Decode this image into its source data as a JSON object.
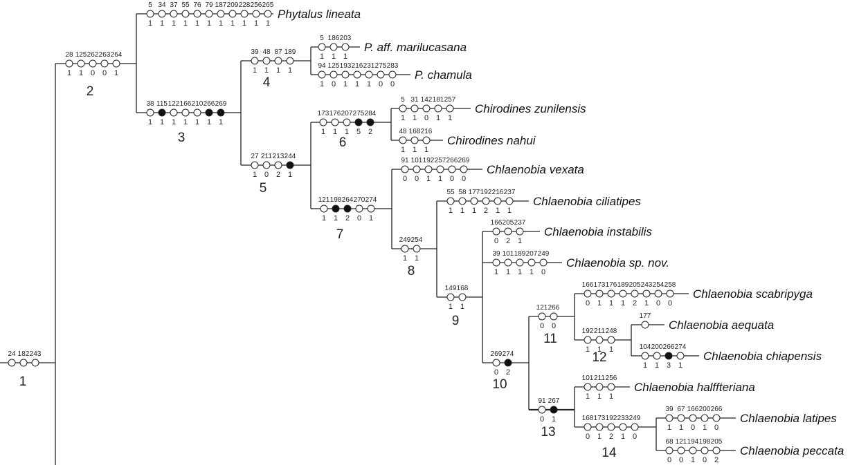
{
  "colors": {
    "line": "#222222",
    "open_marker": "#ffffff",
    "filled_marker": "#111111"
  },
  "branches": [
    {
      "id": "n1",
      "node_label": "1",
      "chars": [
        [
          "24",
          null,
          0
        ],
        [
          "182",
          null,
          0
        ],
        [
          "243",
          null,
          0
        ]
      ]
    },
    {
      "id": "n2",
      "node_label": "2",
      "chars": [
        [
          "28",
          "1",
          0
        ],
        [
          "125",
          "1",
          0
        ],
        [
          "262",
          "0",
          0
        ],
        [
          "263",
          "0",
          0
        ],
        [
          "264",
          "1",
          0
        ]
      ]
    },
    {
      "id": "t_phytalus",
      "taxon": "Phytalus lineata",
      "chars": [
        [
          "5",
          "1",
          0
        ],
        [
          "34",
          "1",
          0
        ],
        [
          "37",
          "1",
          0
        ],
        [
          "55",
          "1",
          0
        ],
        [
          "76",
          "1",
          0
        ],
        [
          "79",
          "1",
          0
        ],
        [
          "187",
          "1",
          0
        ],
        [
          "209",
          "1",
          0
        ],
        [
          "228",
          "1",
          0
        ],
        [
          "256",
          "1",
          0
        ],
        [
          "265",
          "1",
          0
        ]
      ]
    },
    {
      "id": "n3",
      "node_label": "3",
      "chars": [
        [
          "38",
          "1",
          0
        ],
        [
          "115",
          "1",
          1
        ],
        [
          "122",
          "1",
          0
        ],
        [
          "166",
          "1",
          0
        ],
        [
          "210",
          "1",
          0
        ],
        [
          "266",
          "1",
          1
        ],
        [
          "269",
          "1",
          1
        ]
      ]
    },
    {
      "id": "n4",
      "node_label": "4",
      "chars": [
        [
          "39",
          "1",
          0
        ],
        [
          "48",
          "1",
          0
        ],
        [
          "87",
          "1",
          0
        ],
        [
          "189",
          "1",
          0
        ]
      ]
    },
    {
      "id": "t_marilucasana",
      "taxon": "P. aff. marilucasana",
      "chars": [
        [
          "5",
          "1",
          0
        ],
        [
          "186",
          "1",
          0
        ],
        [
          "203",
          "1",
          0
        ]
      ]
    },
    {
      "id": "t_chamula",
      "taxon": "P. chamula",
      "chars": [
        [
          "94",
          "1",
          0
        ],
        [
          "125",
          "0",
          0
        ],
        [
          "193",
          "1",
          0
        ],
        [
          "216",
          "1",
          0
        ],
        [
          "231",
          "1",
          0
        ],
        [
          "275",
          "0",
          0
        ],
        [
          "283",
          "0",
          0
        ]
      ]
    },
    {
      "id": "n5",
      "node_label": "5",
      "chars": [
        [
          "27",
          "1",
          0
        ],
        [
          "211",
          "0",
          0
        ],
        [
          "213",
          "2",
          0
        ],
        [
          "244",
          "1",
          1
        ]
      ]
    },
    {
      "id": "n6",
      "node_label": "6",
      "chars": [
        [
          "173",
          "1",
          0
        ],
        [
          "176",
          "1",
          0
        ],
        [
          "207",
          "1",
          0
        ],
        [
          "275",
          "5",
          1
        ],
        [
          "284",
          "2",
          1
        ]
      ]
    },
    {
      "id": "t_zunilensis",
      "taxon": "Chirodines zunilensis",
      "chars": [
        [
          "5",
          "1",
          0
        ],
        [
          "31",
          "1",
          0
        ],
        [
          "142",
          "0",
          0
        ],
        [
          "181",
          "1",
          0
        ],
        [
          "257",
          "1",
          0
        ]
      ]
    },
    {
      "id": "t_nahui",
      "taxon": "Chirodines nahui",
      "chars": [
        [
          "48",
          "1",
          0
        ],
        [
          "168",
          "1",
          0
        ],
        [
          "216",
          "1",
          0
        ]
      ]
    },
    {
      "id": "n7",
      "node_label": "7",
      "chars": [
        [
          "121",
          "1",
          0
        ],
        [
          "198",
          "1",
          1
        ],
        [
          "264",
          "2",
          1
        ],
        [
          "270",
          "0",
          0
        ],
        [
          "274",
          "1",
          0
        ]
      ]
    },
    {
      "id": "t_vexata",
      "taxon": "Chlaenobia vexata",
      "chars": [
        [
          "91",
          "0",
          0
        ],
        [
          "101",
          "0",
          0
        ],
        [
          "192",
          "1",
          0
        ],
        [
          "257",
          "1",
          0
        ],
        [
          "266",
          "0",
          0
        ],
        [
          "269",
          "0",
          0
        ]
      ]
    },
    {
      "id": "n8",
      "node_label": "8",
      "chars": [
        [
          "249",
          "1",
          0
        ],
        [
          "254",
          "1",
          0
        ]
      ]
    },
    {
      "id": "t_ciliatipes",
      "taxon": "Chlaenobia ciliatipes",
      "chars": [
        [
          "55",
          "1",
          0
        ],
        [
          "58",
          "1",
          0
        ],
        [
          "177",
          "1",
          0
        ],
        [
          "192",
          "2",
          0
        ],
        [
          "216",
          "1",
          0
        ],
        [
          "237",
          "1",
          0
        ]
      ]
    },
    {
      "id": "n9",
      "node_label": "9",
      "chars": [
        [
          "149",
          "1",
          0
        ],
        [
          "168",
          "1",
          0
        ]
      ]
    },
    {
      "id": "t_instabilis",
      "taxon": "Chlaenobia instabilis",
      "chars": [
        [
          "166",
          "0",
          0
        ],
        [
          "205",
          "2",
          0
        ],
        [
          "237",
          "1",
          0
        ]
      ]
    },
    {
      "id": "t_spnov",
      "taxon": "Chlaenobia sp. nov.",
      "chars": [
        [
          "39",
          "1",
          0
        ],
        [
          "101",
          "1",
          0
        ],
        [
          "189",
          "1",
          0
        ],
        [
          "207",
          "1",
          0
        ],
        [
          "249",
          "0",
          0
        ]
      ]
    },
    {
      "id": "n10",
      "node_label": "10",
      "chars": [
        [
          "269",
          "0",
          0
        ],
        [
          "274",
          "2",
          1
        ]
      ]
    },
    {
      "id": "n11",
      "node_label": "11",
      "chars": [
        [
          "121",
          "0",
          0
        ],
        [
          "266",
          "0",
          0
        ]
      ]
    },
    {
      "id": "t_scabripyga",
      "taxon": "Chlaenobia scabripyga",
      "chars": [
        [
          "166",
          "0",
          0
        ],
        [
          "173",
          "1",
          0
        ],
        [
          "176",
          "1",
          0
        ],
        [
          "189",
          "1",
          0
        ],
        [
          "205",
          "2",
          0
        ],
        [
          "243",
          "1",
          0
        ],
        [
          "254",
          "0",
          0
        ],
        [
          "258",
          "0",
          0
        ]
      ]
    },
    {
      "id": "n12",
      "node_label": "12",
      "chars": [
        [
          "192",
          "1",
          0
        ],
        [
          "211",
          "1",
          0
        ],
        [
          "248",
          "1",
          0
        ]
      ]
    },
    {
      "id": "t_aequata",
      "taxon": "Chlaenobia aequata",
      "chars": [
        [
          "177",
          null,
          0
        ]
      ]
    },
    {
      "id": "t_chiapensis",
      "taxon": "Chlaenobia chiapensis",
      "chars": [
        [
          "104",
          "1",
          0
        ],
        [
          "200",
          "1",
          0
        ],
        [
          "266",
          "3",
          1
        ],
        [
          "274",
          "1",
          0
        ]
      ]
    },
    {
      "id": "n13",
      "node_label": "13",
      "chars": [
        [
          "91",
          "0",
          0
        ],
        [
          "267",
          "1",
          1
        ]
      ]
    },
    {
      "id": "t_halffteriana",
      "taxon": "Chlaenobia halffteriana",
      "chars": [
        [
          "101",
          "1",
          0
        ],
        [
          "211",
          "1",
          0
        ],
        [
          "256",
          "1",
          0
        ]
      ]
    },
    {
      "id": "n14",
      "node_label": "14",
      "chars": [
        [
          "168",
          "0",
          0
        ],
        [
          "173",
          "1",
          0
        ],
        [
          "192",
          "2",
          0
        ],
        [
          "233",
          "1",
          0
        ],
        [
          "249",
          "0",
          0
        ]
      ]
    },
    {
      "id": "t_latipes",
      "taxon": "Chlaenobia latipes",
      "chars": [
        [
          "39",
          "1",
          0
        ],
        [
          "67",
          "1",
          0
        ],
        [
          "166",
          "0",
          0
        ],
        [
          "200",
          "1",
          0
        ],
        [
          "266",
          "0",
          0
        ]
      ]
    },
    {
      "id": "t_peccata",
      "taxon": "Chlaenobia peccata",
      "chars": [
        [
          "68",
          "0",
          0
        ],
        [
          "121",
          "0",
          0
        ],
        [
          "194",
          "1",
          0
        ],
        [
          "198",
          "0",
          0
        ],
        [
          "205",
          "2",
          0
        ]
      ]
    }
  ]
}
